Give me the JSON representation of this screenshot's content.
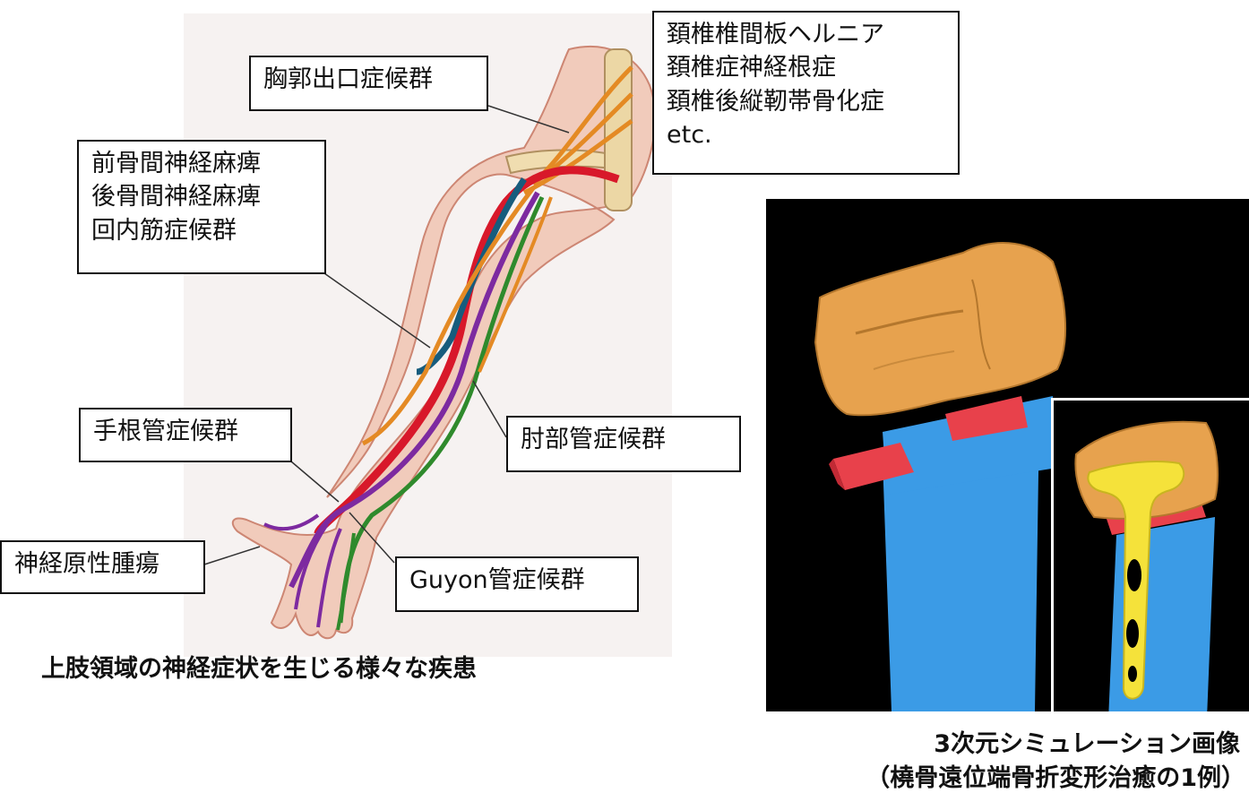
{
  "labels": {
    "cervical": "頚椎椎間板ヘルニア\n頚椎症神経根症\n頚椎後縦靭帯骨化症\netc.",
    "thoracic_outlet": "胸郭出口症候群",
    "interosseous": "前骨間神経麻痺\n後骨間神経麻痺\n回内筋症候群",
    "carpal_tunnel": "手根管症候群",
    "cubital_tunnel": "肘部管症候群",
    "neurogenic_tumor": "神経原性腫瘍",
    "guyon": "Guyon管症候群"
  },
  "captions": {
    "arm": "上肢領域の神経症状を生じる様々な疾患",
    "sim_line1": "3次元シミュレーション画像",
    "sim_line2": "（橈骨遠位端骨折変形治癒の1例）"
  },
  "colors": {
    "nerve_orange": "#e48a24",
    "artery_red": "#d8182a",
    "median_purple": "#7d2aa0",
    "ulnar_green": "#2f8a2c",
    "nerve_teal": "#175c7d",
    "bone_orange": "#e7a24e",
    "radius_blue": "#3b9be6",
    "wedge_red": "#e8414b",
    "plate_yellow": "#f5e23a"
  }
}
